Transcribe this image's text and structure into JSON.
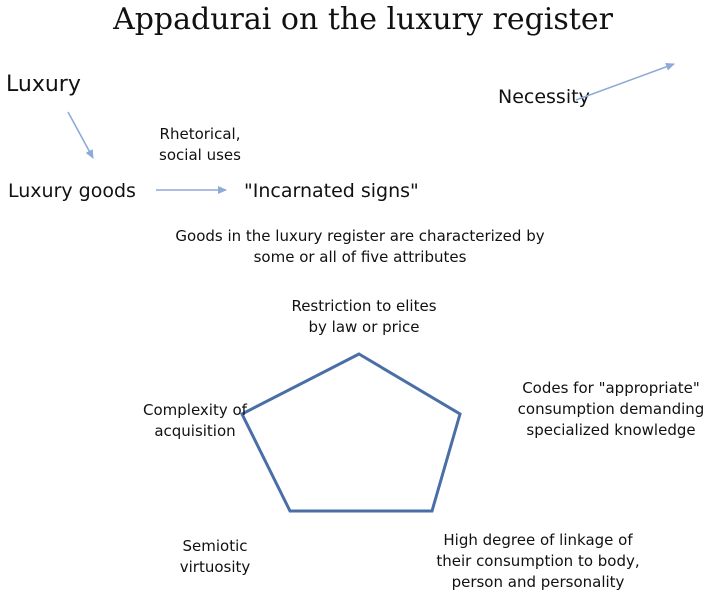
{
  "title": "Appadurai on the luxury register",
  "terms": {
    "luxury": "Luxury",
    "necessity": "Necessity",
    "luxury_goods": "Luxury goods",
    "incarnated_signs": "\"Incarnated signs\"",
    "rhetorical": "Rhetorical,\nsocial uses"
  },
  "description": "Goods in the luxury register are characterized by\nsome or all of five attributes",
  "attributes": {
    "top": "Restriction to elites\nby law or price",
    "right": "Codes for \"appropriate\"\nconsumption demanding\nspecialized knowledge",
    "bottom_right": "High degree of linkage of\ntheir consumption to body,\nperson and personality",
    "bottom_left": "Semiotic\nvirtuosity",
    "left": "Complexity of\nacquisition"
  },
  "colors": {
    "arrow": "#8eaad6",
    "pentagon": "#4a6ea6"
  }
}
